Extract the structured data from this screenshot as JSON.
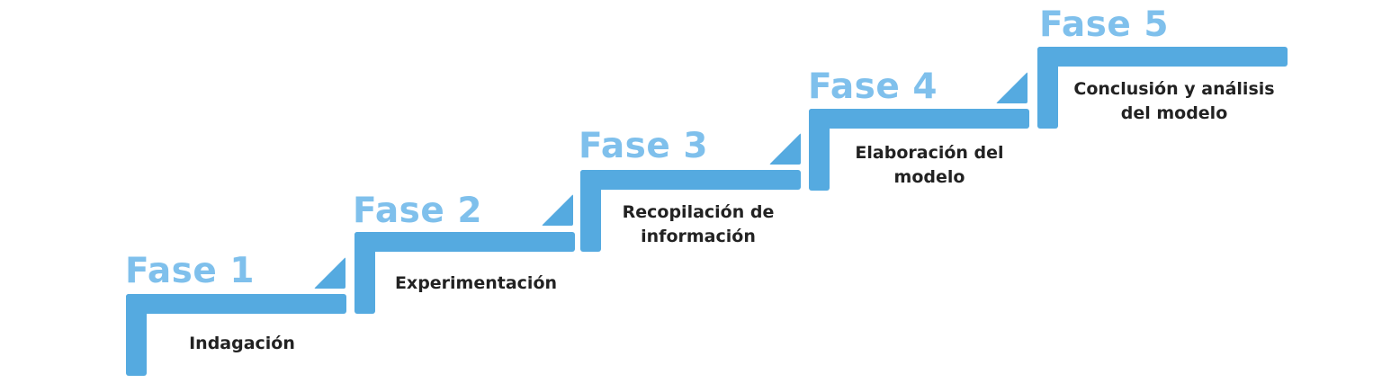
{
  "colors": {
    "step": "#55aae0",
    "title": "#7fc0ec",
    "description": "#222222"
  },
  "phases": [
    {
      "title": "Fase 1",
      "description": "Indagación"
    },
    {
      "title": "Fase 2",
      "description": "Experimentación"
    },
    {
      "title": "Fase 3",
      "description": "Recopilación de información"
    },
    {
      "title": "Fase 4",
      "description": "Elaboración del modelo"
    },
    {
      "title": "Fase 5",
      "description": "Conclusión y análisis del modelo"
    }
  ]
}
